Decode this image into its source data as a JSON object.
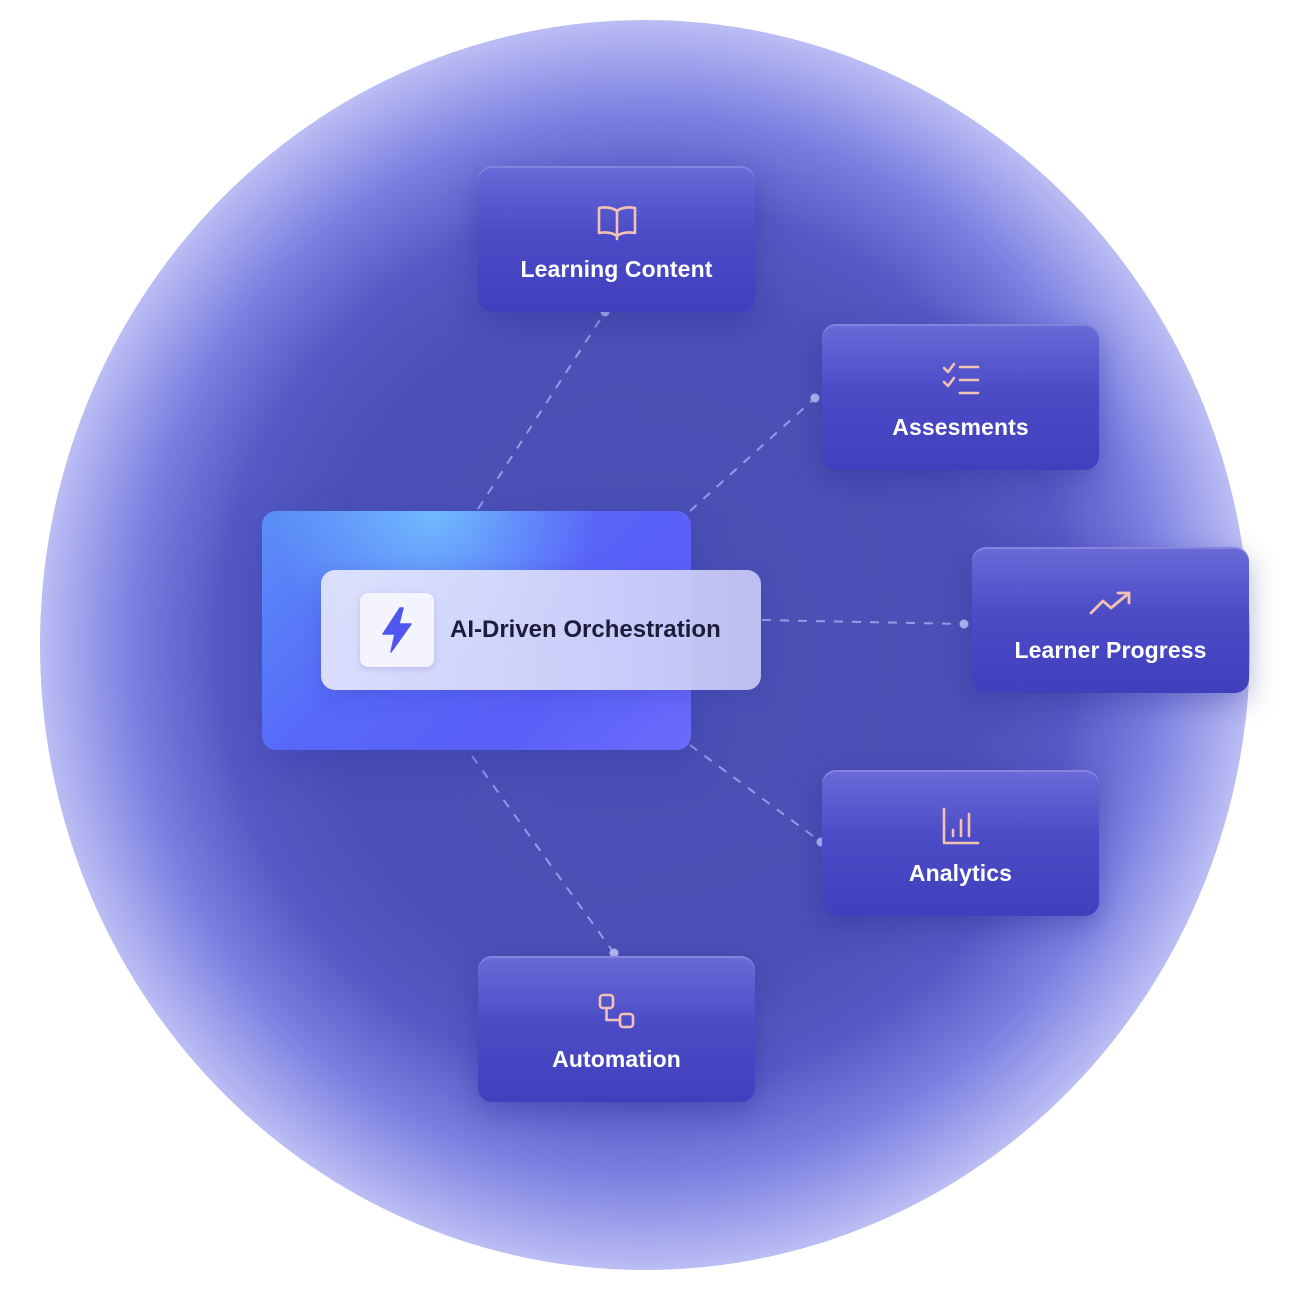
{
  "hub": {
    "label": "AI-Driven Orchestration",
    "icon": "lightning-bolt-icon"
  },
  "nodes": [
    {
      "id": "learning-content",
      "label": "Learning Content",
      "icon": "open-book-icon"
    },
    {
      "id": "assessments",
      "label": "Assesments",
      "icon": "checklist-icon"
    },
    {
      "id": "learner-progress",
      "label": "Learner Progress",
      "icon": "trend-up-icon"
    },
    {
      "id": "analytics",
      "label": "Analytics",
      "icon": "bar-chart-icon"
    },
    {
      "id": "automation",
      "label": "Automation",
      "icon": "workflow-icon"
    }
  ],
  "colors": {
    "icon_accent": "#f4c2b2",
    "hub_icon": "#4f57f0",
    "node_fill": "#4a4ac4",
    "hub_fill": "#5a64f8",
    "connector": "#a9aef0"
  }
}
